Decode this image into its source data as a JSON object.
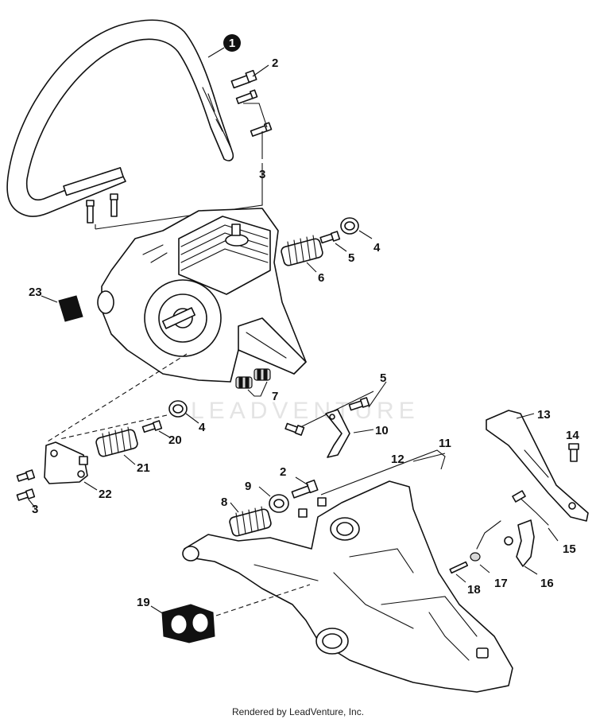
{
  "callouts": {
    "c1": "1",
    "c2a": "2",
    "c2b": "2",
    "c3a": "3",
    "c3b": "3",
    "c4a": "4",
    "c4b": "4",
    "c5a": "5",
    "c5b": "5",
    "c6": "6",
    "c7": "7",
    "c8": "8",
    "c9": "9",
    "c10": "10",
    "c11": "11",
    "c12": "12",
    "c13": "13",
    "c14": "14",
    "c15": "15",
    "c16": "16",
    "c17": "17",
    "c18": "18",
    "c19": "19",
    "c20": "20",
    "c21": "21",
    "c22": "22",
    "c23": "23"
  },
  "watermark": "LEADVENTURE",
  "footer": "Rendered by LeadVenture, Inc."
}
